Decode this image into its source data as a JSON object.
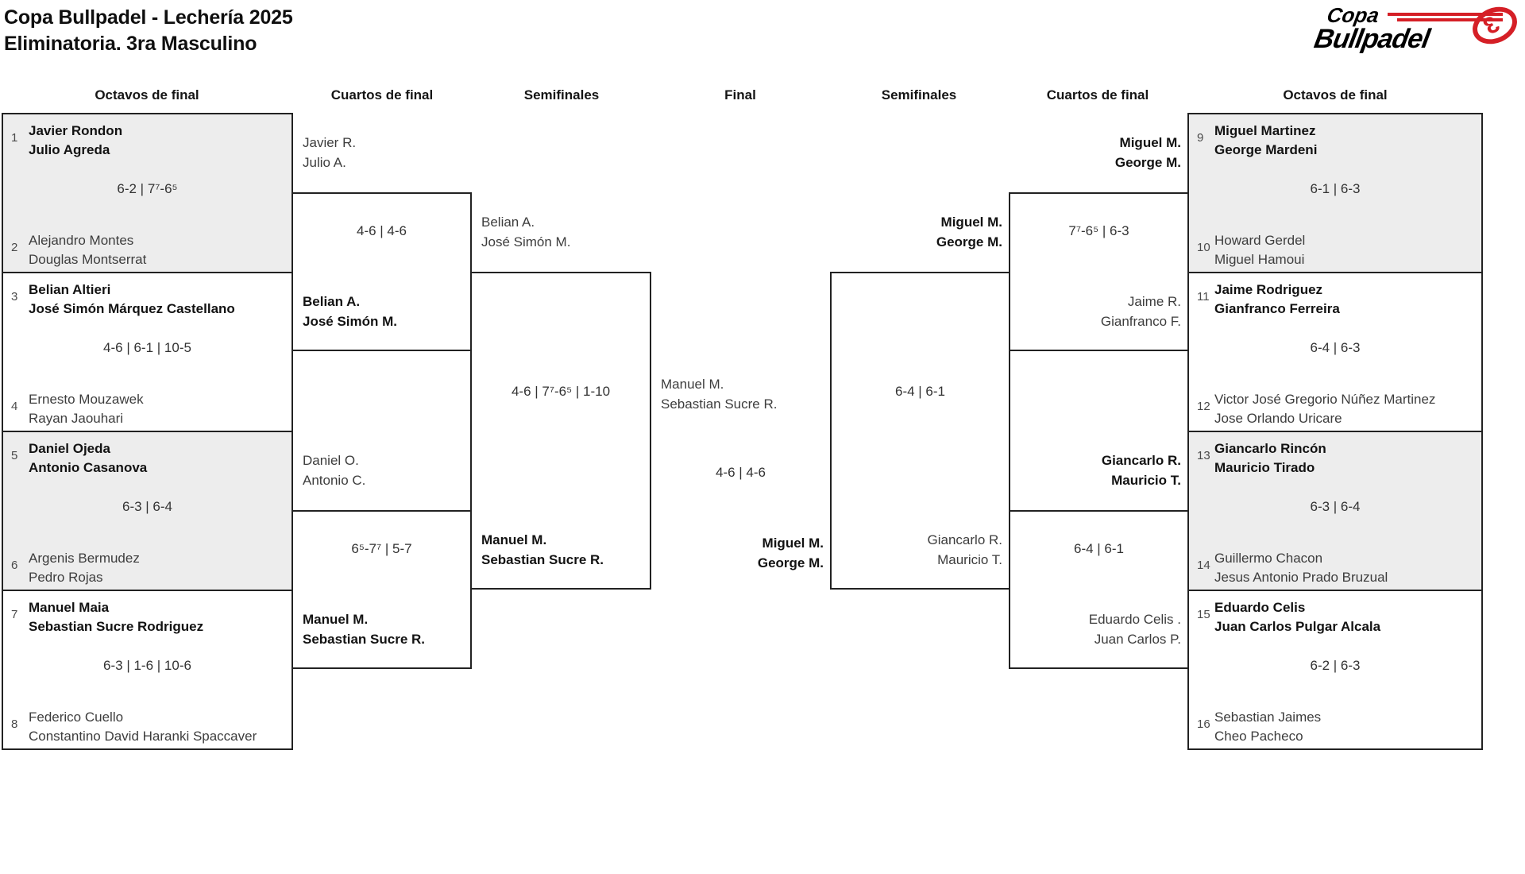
{
  "title": {
    "line1": "Copa Bullpadel - Lechería 2025",
    "line2": "Eliminatoria. 3ra Masculino"
  },
  "logo": {
    "top": "Copa",
    "bottom": "Bullpadel",
    "emblem": "3"
  },
  "headers": [
    "Octavos de final",
    "Cuartos de final",
    "Semifinales",
    "Final",
    "Semifinales",
    "Cuartos de final",
    "Octavos de final"
  ],
  "round16": [
    {
      "seed1": "1",
      "t1": [
        "Javier Rondon",
        "Julio Agreda"
      ],
      "score": "6-2 | 7⁷-6⁵",
      "seed2": "2",
      "t2": [
        "Alejandro Montes",
        "Douglas Montserrat"
      ]
    },
    {
      "seed1": "3",
      "t1": [
        "Belian Altieri",
        "José Simón Márquez Castellano"
      ],
      "score": "4-6 | 6-1 | 10-5",
      "seed2": "4",
      "t2": [
        "Ernesto Mouzawek",
        "Rayan Jaouhari"
      ]
    },
    {
      "seed1": "5",
      "t1": [
        "Daniel Ojeda",
        "Antonio Casanova"
      ],
      "score": "6-3 | 6-4",
      "seed2": "6",
      "t2": [
        "Argenis Bermudez",
        "Pedro Rojas"
      ]
    },
    {
      "seed1": "7",
      "t1": [
        "Manuel Maia",
        "Sebastian Sucre Rodriguez"
      ],
      "score": "6-3 | 1-6 | 10-6",
      "seed2": "8",
      "t2": [
        "Federico Cuello",
        "Constantino David Haranki Spaccaver"
      ]
    },
    {
      "seed1": "9",
      "t1": [
        "Miguel Martinez",
        "George Mardeni"
      ],
      "score": "6-1 | 6-3",
      "seed2": "10",
      "t2": [
        "Howard Gerdel",
        "Miguel Hamoui"
      ]
    },
    {
      "seed1": "11",
      "t1": [
        "Jaime Rodriguez",
        "Gianfranco Ferreira"
      ],
      "score": "6-4 | 6-3",
      "seed2": "12",
      "t2": [
        "Victor José Gregorio Núñez Martinez",
        "Jose Orlando Uricare"
      ]
    },
    {
      "seed1": "13",
      "t1": [
        "Giancarlo Rincón",
        "Mauricio Tirado"
      ],
      "score": "6-3 | 6-4",
      "seed2": "14",
      "t2": [
        "Guillermo Chacon",
        "Jesus Antonio Prado Bruzual"
      ]
    },
    {
      "seed1": "15",
      "t1": [
        "Eduardo Celis",
        "Juan Carlos Pulgar Alcala"
      ],
      "score": "6-2 | 6-3",
      "seed2": "16",
      "t2": [
        "Sebastian Jaimes",
        "Cheo Pacheco"
      ]
    }
  ],
  "qf_left_top": {
    "top": [
      "Javier R.",
      "Julio A."
    ],
    "score": "4-6 | 4-6",
    "bottom": [
      "Belian A.",
      "José Simón M."
    ]
  },
  "qf_left_bottom": {
    "top": [
      "Daniel O.",
      "Antonio C."
    ],
    "score": "6⁵-7⁷ | 5-7",
    "bottom": [
      "Manuel M.",
      "Sebastian Sucre R."
    ]
  },
  "sf_left": {
    "top": [
      "Belian A.",
      "José Simón M."
    ],
    "score": "4-6 | 7⁷-6⁵ | 1-10",
    "bottom": [
      "Manuel M.",
      "Sebastian Sucre R."
    ]
  },
  "final": {
    "left": [
      "Manuel M.",
      "Sebastian Sucre R."
    ],
    "score": "4-6 | 4-6",
    "right": [
      "Miguel M.",
      "George M."
    ]
  },
  "sf_right": {
    "top": [
      "Miguel M.",
      "George M."
    ],
    "score": "6-4 | 6-1",
    "bottom": [
      "Giancarlo R.",
      "Mauricio T."
    ]
  },
  "qf_right_top": {
    "top": [
      "Miguel M.",
      "George M."
    ],
    "score": "7⁷-6⁵ | 6-3",
    "bottom": [
      "Jaime R.",
      "Gianfranco F."
    ]
  },
  "qf_right_bottom": {
    "top": [
      "Giancarlo R.",
      "Mauricio T."
    ],
    "score": "6-4 | 6-1",
    "bottom": [
      "Eduardo Celis .",
      "Juan Carlos P."
    ]
  }
}
